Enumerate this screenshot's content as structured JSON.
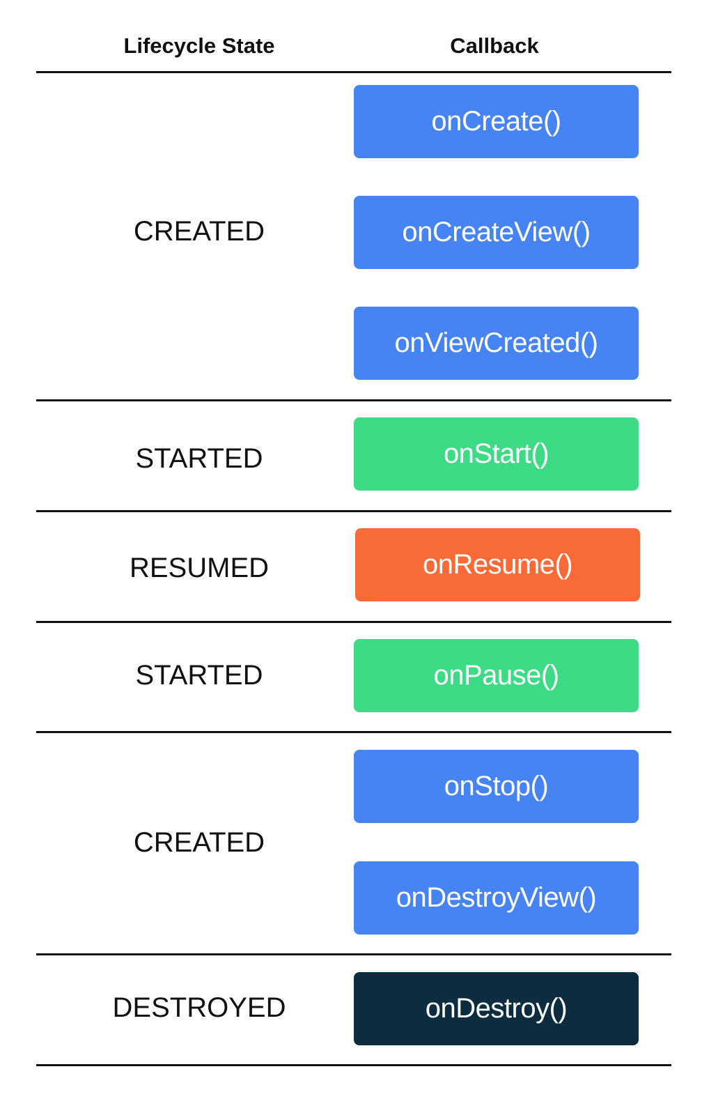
{
  "header": {
    "state_label": "Lifecycle State",
    "callback_label": "Callback"
  },
  "colors": {
    "created": "#4584F2",
    "started": "#3EDB87",
    "resumed": "#F86A36",
    "destroyed": "#0C2C3F"
  },
  "rows": [
    {
      "state": "CREATED",
      "callbacks": [
        "onCreate()",
        "onCreateView()",
        "onViewCreated()"
      ]
    },
    {
      "state": "STARTED",
      "callbacks": [
        "onStart()"
      ]
    },
    {
      "state": "RESUMED",
      "callbacks": [
        "onResume()"
      ]
    },
    {
      "state": "STARTED",
      "callbacks": [
        "onPause()"
      ]
    },
    {
      "state": "CREATED",
      "callbacks": [
        "onStop()",
        "onDestroyView()"
      ]
    },
    {
      "state": "DESTROYED",
      "callbacks": [
        "onDestroy()"
      ]
    }
  ]
}
